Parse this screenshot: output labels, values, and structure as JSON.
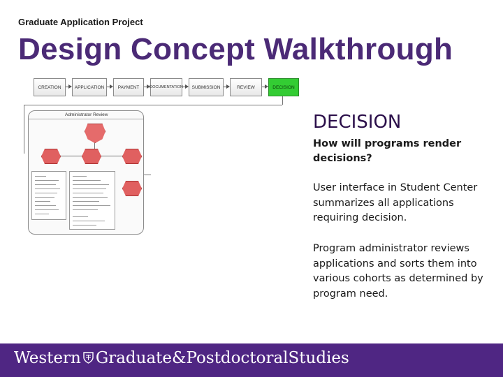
{
  "header": {
    "kicker": "Graduate Application Project",
    "title": "Design Concept Walkthrough"
  },
  "flow": {
    "steps": [
      "CREATION",
      "APPLICATION",
      "PAYMENT",
      "DOCUMENTATION",
      "SUBMISSION",
      "REVIEW",
      "DECISION"
    ],
    "active": "DECISION",
    "active_color": "#33cc33"
  },
  "diagram": {
    "frame_title": "Administrator Review"
  },
  "content": {
    "heading": "DECISION",
    "question": "How will programs render decisions?",
    "paragraph1": "User interface in Student Center summarizes all applications requiring decision.",
    "paragraph2": "Program administrator reviews applications and sorts them into various cohorts as determined by program need."
  },
  "footer": {
    "left_text": "Western",
    "right_text": "Graduate&PostdoctoralStudies",
    "bar_color": "#4f2683"
  }
}
